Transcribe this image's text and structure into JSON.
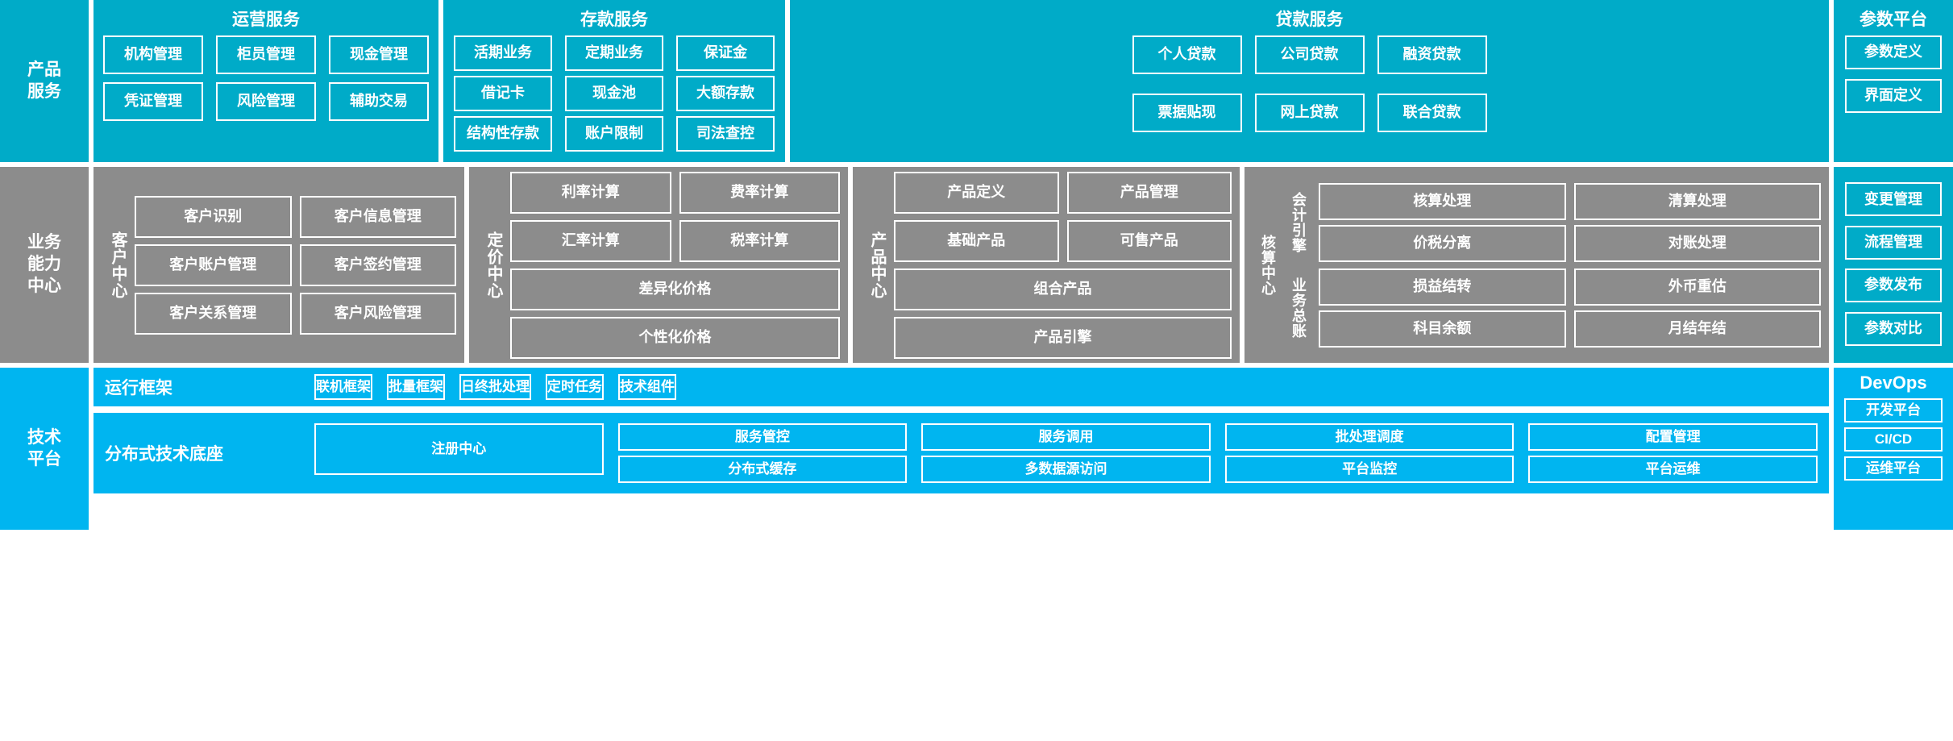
{
  "layers": {
    "product_services": "产品\n服务",
    "business_capability": "业务\n能力\n中心",
    "technical_platform": "技术\n平台"
  },
  "product_services": {
    "operation": {
      "title": "运营服务",
      "rows": [
        [
          "机构管理",
          "柜员管理",
          "现金管理"
        ],
        [
          "凭证管理",
          "风险管理",
          "辅助交易"
        ]
      ]
    },
    "deposit": {
      "title": "存款服务",
      "rows": [
        [
          "活期业务",
          "定期业务",
          "保证金"
        ],
        [
          "借记卡",
          "现金池",
          "大额存款"
        ],
        [
          "结构性存款",
          "账户限制",
          "司法查控"
        ]
      ]
    },
    "loan": {
      "title": "贷款服务",
      "rows": [
        [
          "个人贷款",
          "公司贷款",
          "融资贷款"
        ],
        [
          "票据贴现",
          "网上贷款",
          "联合贷款"
        ]
      ]
    }
  },
  "param_platform": {
    "title": "参数平台",
    "items": [
      "参数定义",
      "界面定义",
      "变更管理",
      "流程管理",
      "参数发布",
      "参数对比"
    ]
  },
  "business_capability": {
    "customer_center": {
      "label": "客户中心",
      "rows": [
        [
          "客户识别",
          "客户信息管理"
        ],
        [
          "客户账户管理",
          "客户签约管理"
        ],
        [
          "客户关系管理",
          "客户风险管理"
        ]
      ]
    },
    "pricing_center": {
      "label": "定价中心",
      "rows": [
        [
          "利率计算",
          "费率计算"
        ],
        [
          "汇率计算",
          "税率计算"
        ],
        [
          "差异化价格"
        ],
        [
          "个性化价格"
        ]
      ]
    },
    "product_center": {
      "label": "产品中心",
      "rows": [
        [
          "产品定义",
          "产品管理"
        ],
        [
          "基础产品",
          "可售产品"
        ],
        [
          "组合产品"
        ],
        [
          "产品引擎"
        ]
      ]
    },
    "accounting_center": {
      "label": "核算中心",
      "groups": [
        {
          "label": "会计引擎",
          "rows": [
            [
              "核算处理",
              "清算处理"
            ],
            [
              "价税分离",
              "对账处理"
            ]
          ]
        },
        {
          "label": "业务总账",
          "rows": [
            [
              "损益结转",
              "外币重估"
            ],
            [
              "科目余额",
              "月结年结"
            ]
          ]
        }
      ]
    }
  },
  "technical_platform": {
    "runtime_framework": {
      "label": "运行框架",
      "items": [
        "联机框架",
        "批量框架",
        "日终批处理",
        "定时任务",
        "技术组件"
      ]
    },
    "distributed_base": {
      "label": "分布式技术底座",
      "registry": "注册中心",
      "columns": [
        [
          "服务管控",
          "分布式缓存"
        ],
        [
          "服务调用",
          "多数据源访问"
        ],
        [
          "批处理调度",
          "平台监控"
        ],
        [
          "配置管理",
          "平台运维"
        ]
      ]
    }
  },
  "devops": {
    "title": "DevOps",
    "items": [
      "开发平台",
      "CI/CD",
      "运维平台"
    ]
  },
  "colors": {
    "teal": "#00abc8",
    "gray": "#8c8c8c",
    "blue": "#00b5f0",
    "white": "#ffffff"
  }
}
